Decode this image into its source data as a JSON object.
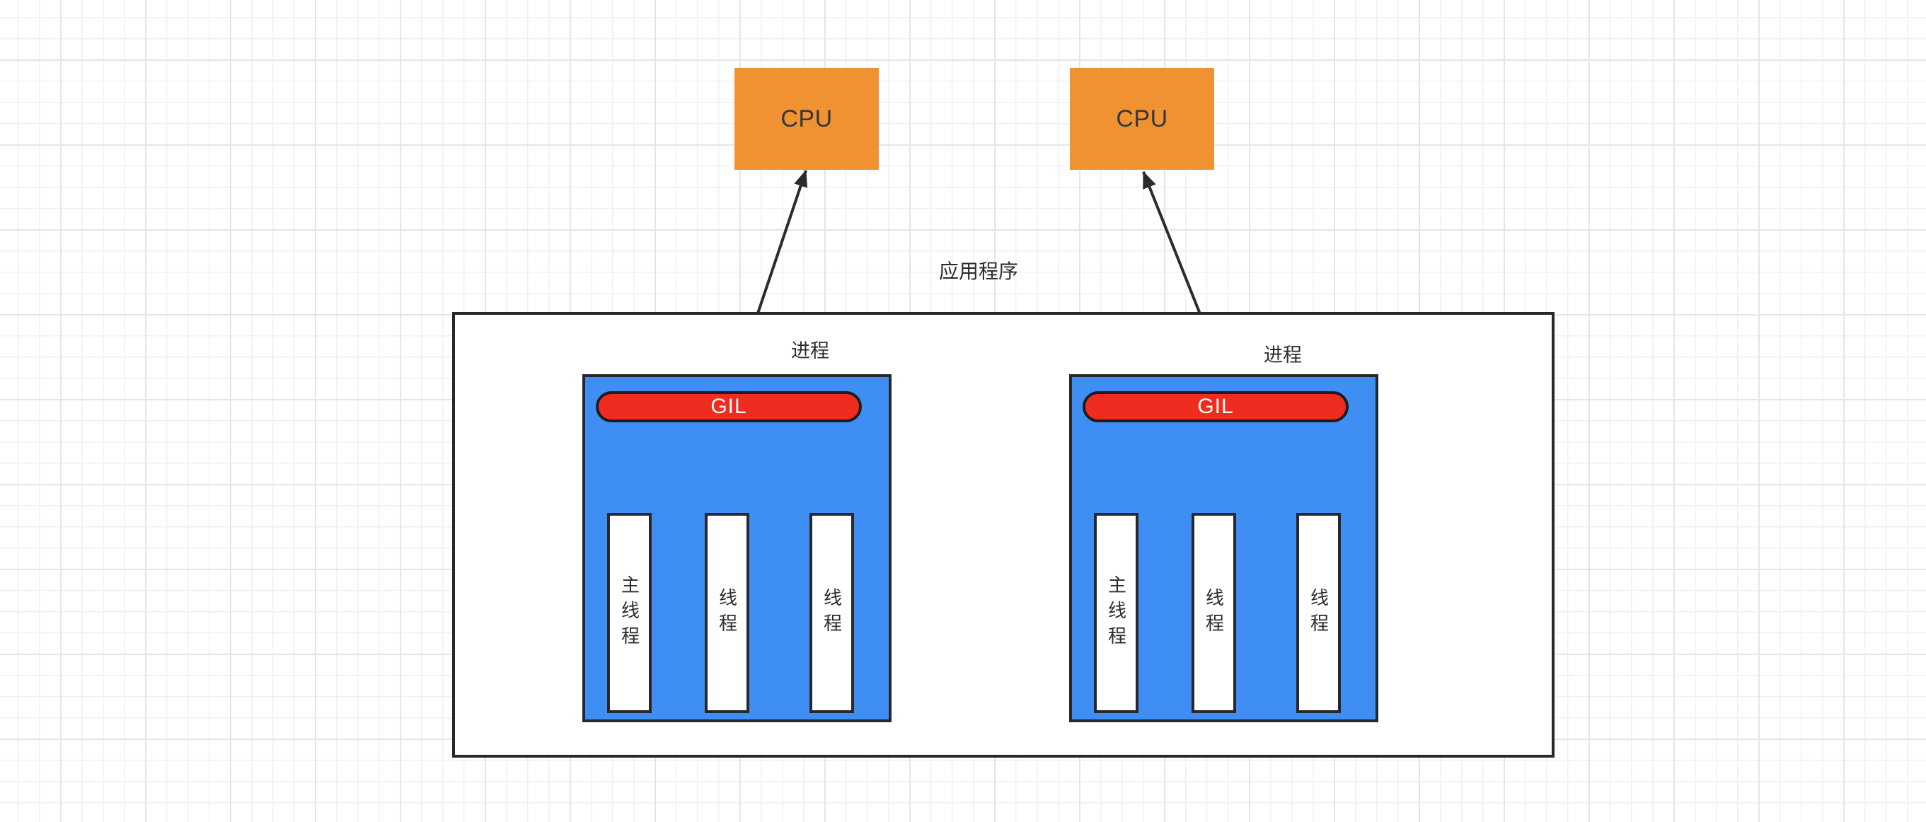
{
  "cpus": [
    {
      "label": "CPU"
    },
    {
      "label": "CPU"
    }
  ],
  "application": {
    "label": "应用程序"
  },
  "processes": [
    {
      "label": "进程",
      "gil_label": "GIL",
      "threads": [
        {
          "label": "主线程"
        },
        {
          "label": "线程"
        },
        {
          "label": "线程"
        }
      ]
    },
    {
      "label": "进程",
      "gil_label": "GIL",
      "threads": [
        {
          "label": "主线程"
        },
        {
          "label": "线程"
        },
        {
          "label": "线程"
        }
      ]
    }
  ],
  "colors": {
    "cpu_fill": "#f09232",
    "process_fill": "#3e8ef3",
    "gil_fill": "#ee2d20",
    "shape_stroke": "#28282c",
    "gil_text": "#ffffff",
    "text_color": "#2c2c30",
    "grid_minor": "#f0f0f0",
    "grid_major": "#e5e5e5"
  }
}
